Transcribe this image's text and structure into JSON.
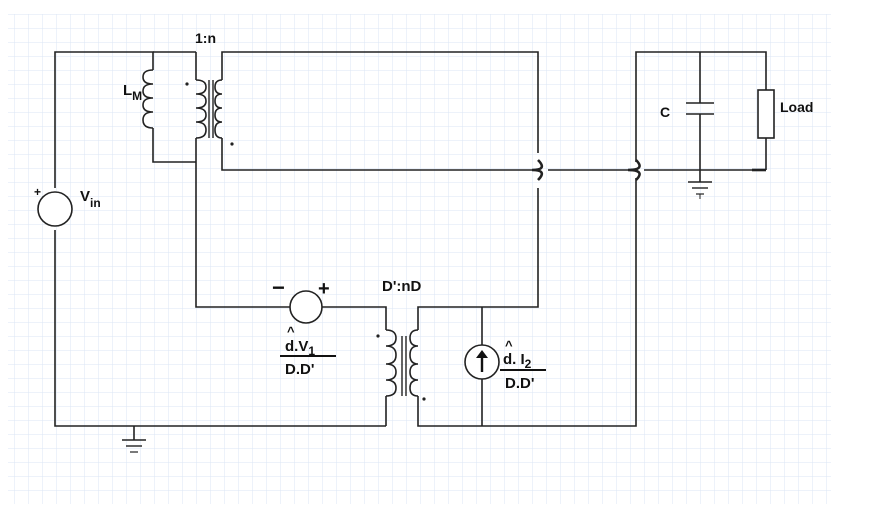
{
  "labels": {
    "transformer1_ratio": "1:n",
    "lm": "L",
    "lm_sub": "M",
    "vin": "V",
    "vin_sub": "in",
    "vin_plus": "+",
    "capacitor": "C",
    "load": "Load",
    "source_minus": "−",
    "source_plus": "+",
    "transformer2_ratio": "D':nD",
    "voltage_source_num": "d.V",
    "voltage_source_num_sub": "1",
    "voltage_source_hat": "^",
    "voltage_source_den": "D.D'",
    "current_source_num": "d. I",
    "current_source_num_sub": "2",
    "current_source_hat": "^",
    "current_source_den": "D.D'"
  },
  "colors": {
    "grid": "#dfe8f6",
    "wire": "#222222",
    "background": "#ffffff"
  }
}
